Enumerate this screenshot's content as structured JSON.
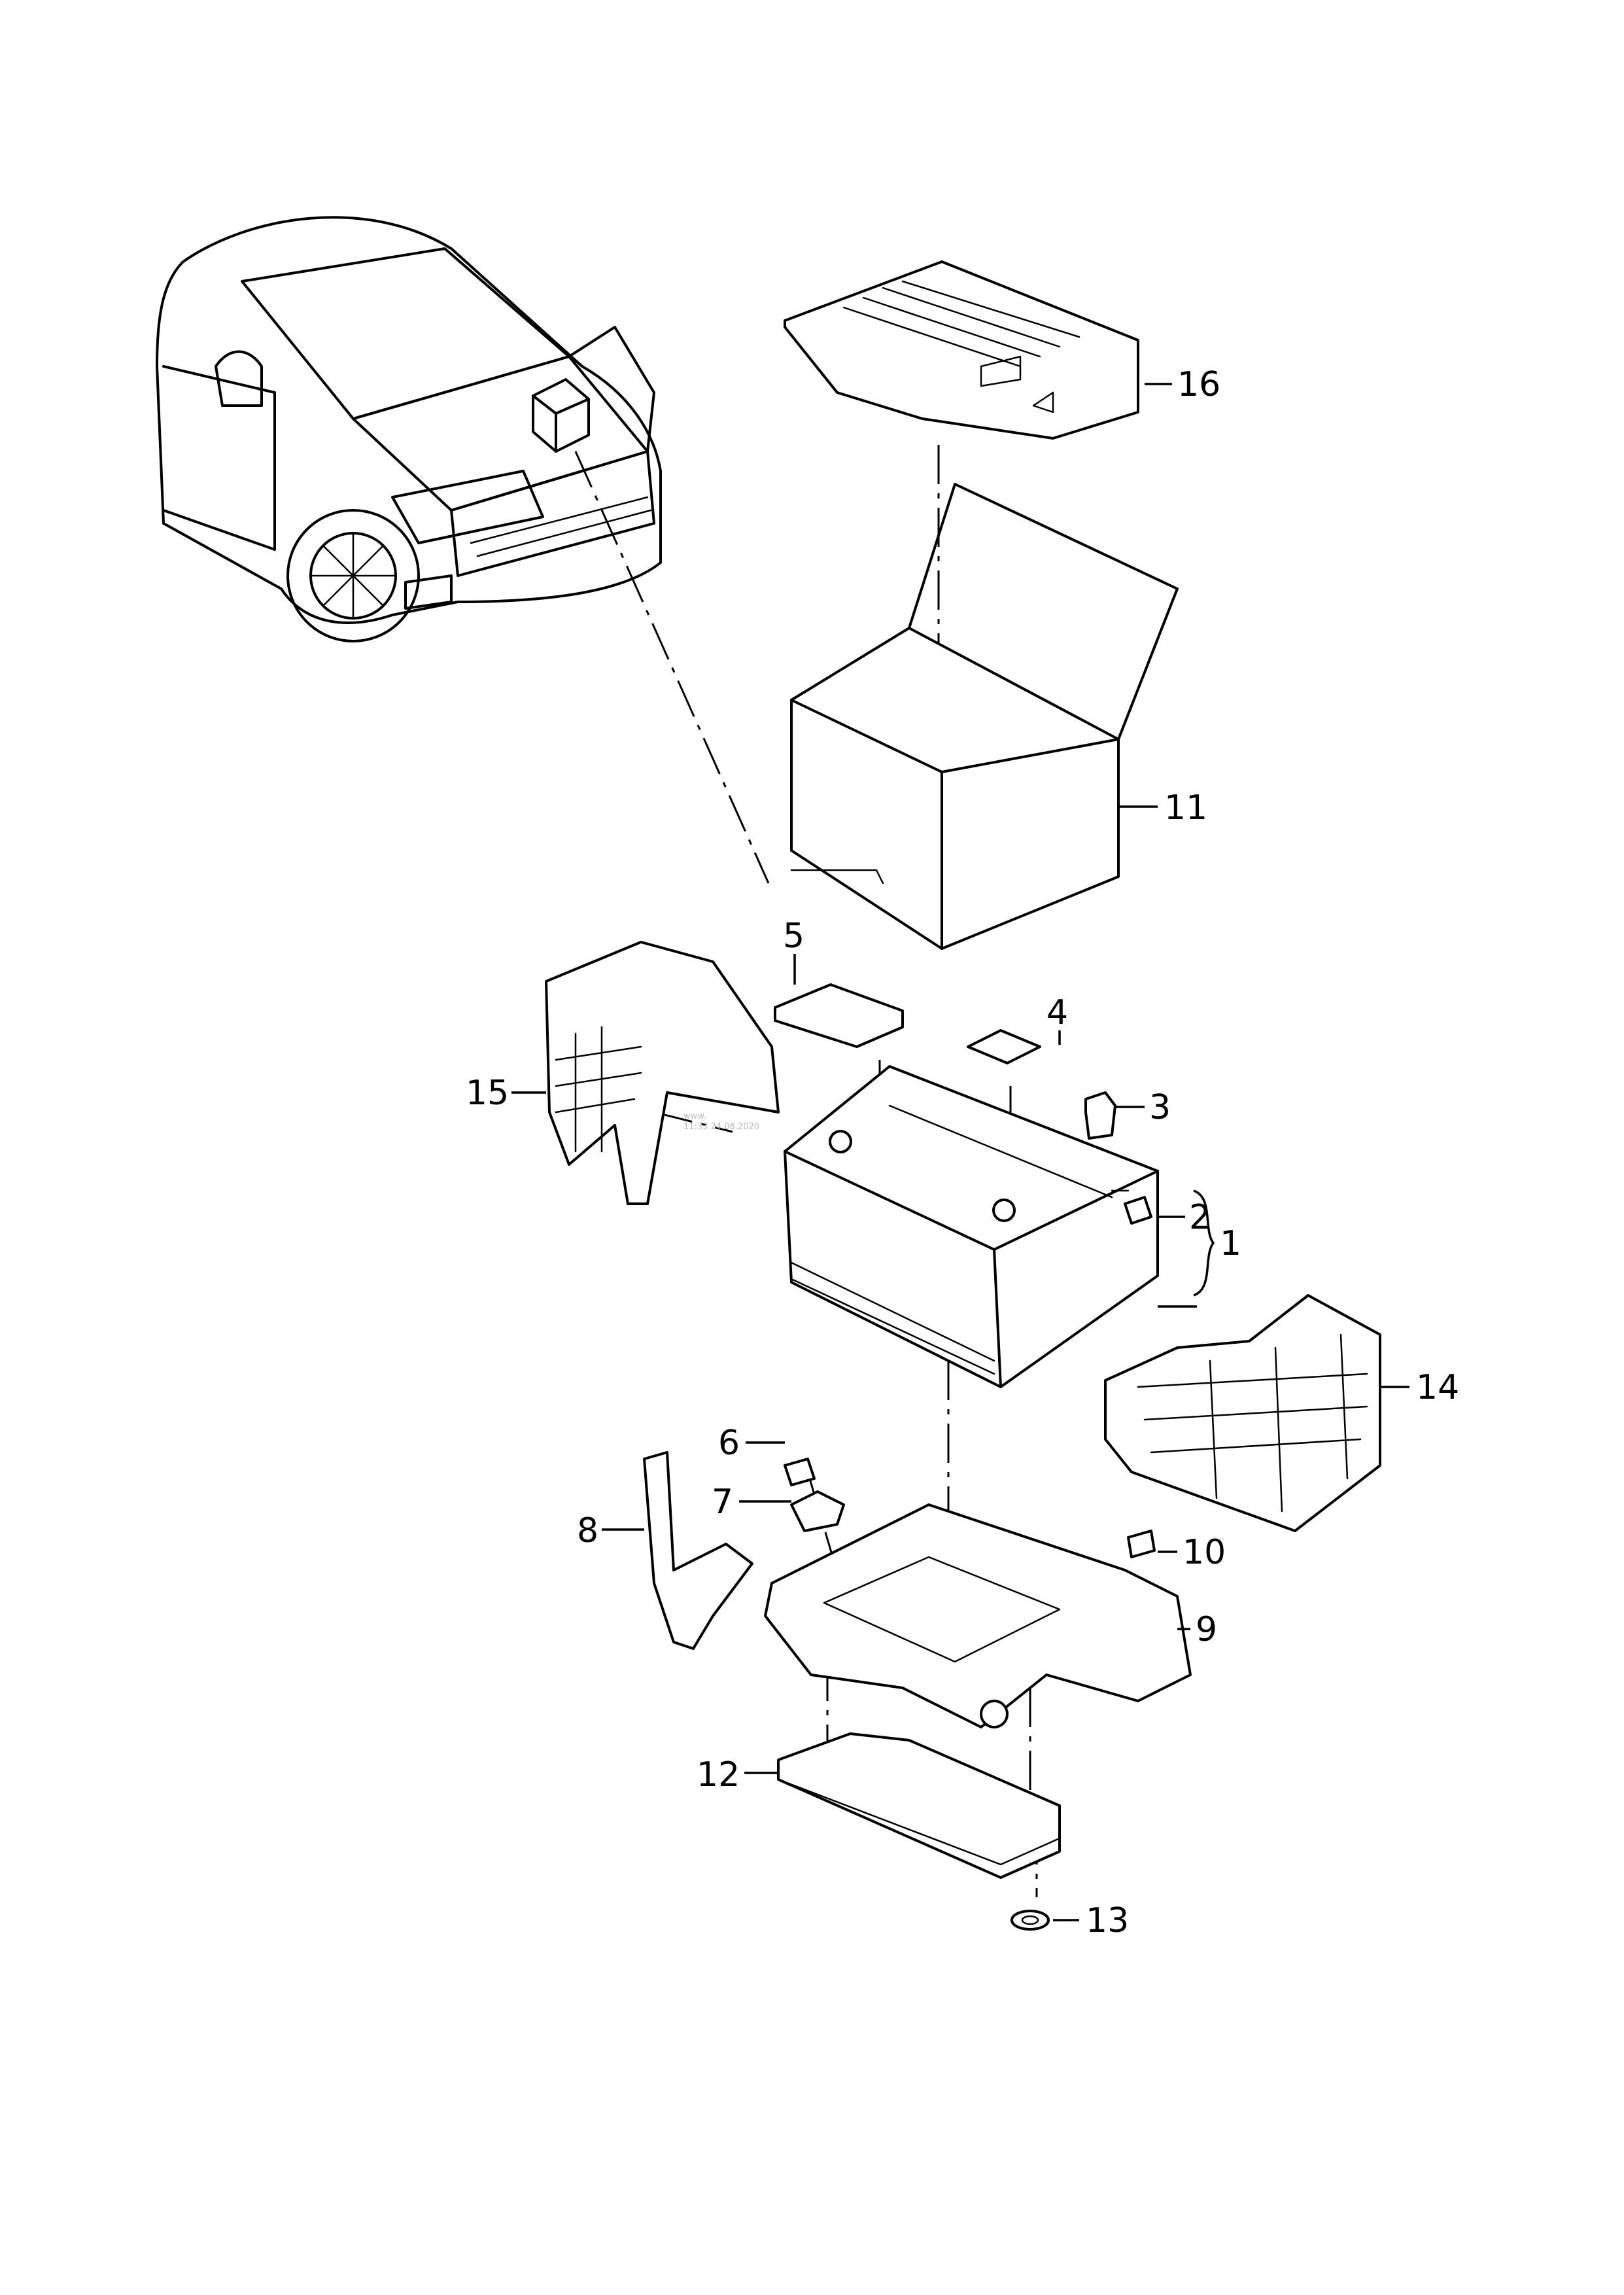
{
  "callouts": {
    "c1": "1",
    "c2": "2",
    "c3": "3",
    "c4": "4",
    "c5": "5",
    "c6": "6",
    "c7": "7",
    "c8": "8",
    "c9": "9",
    "c10": "10",
    "c11": "11",
    "c12": "12",
    "c13": "13",
    "c14": "14",
    "c15": "15",
    "c16": "16"
  },
  "watermark": {
    "line1": "www.",
    "line2": "11:33 24.08.2020"
  },
  "icons": {
    "vehicle": "car-front-quarter-icon",
    "location_marker": "cube-location-icon"
  }
}
